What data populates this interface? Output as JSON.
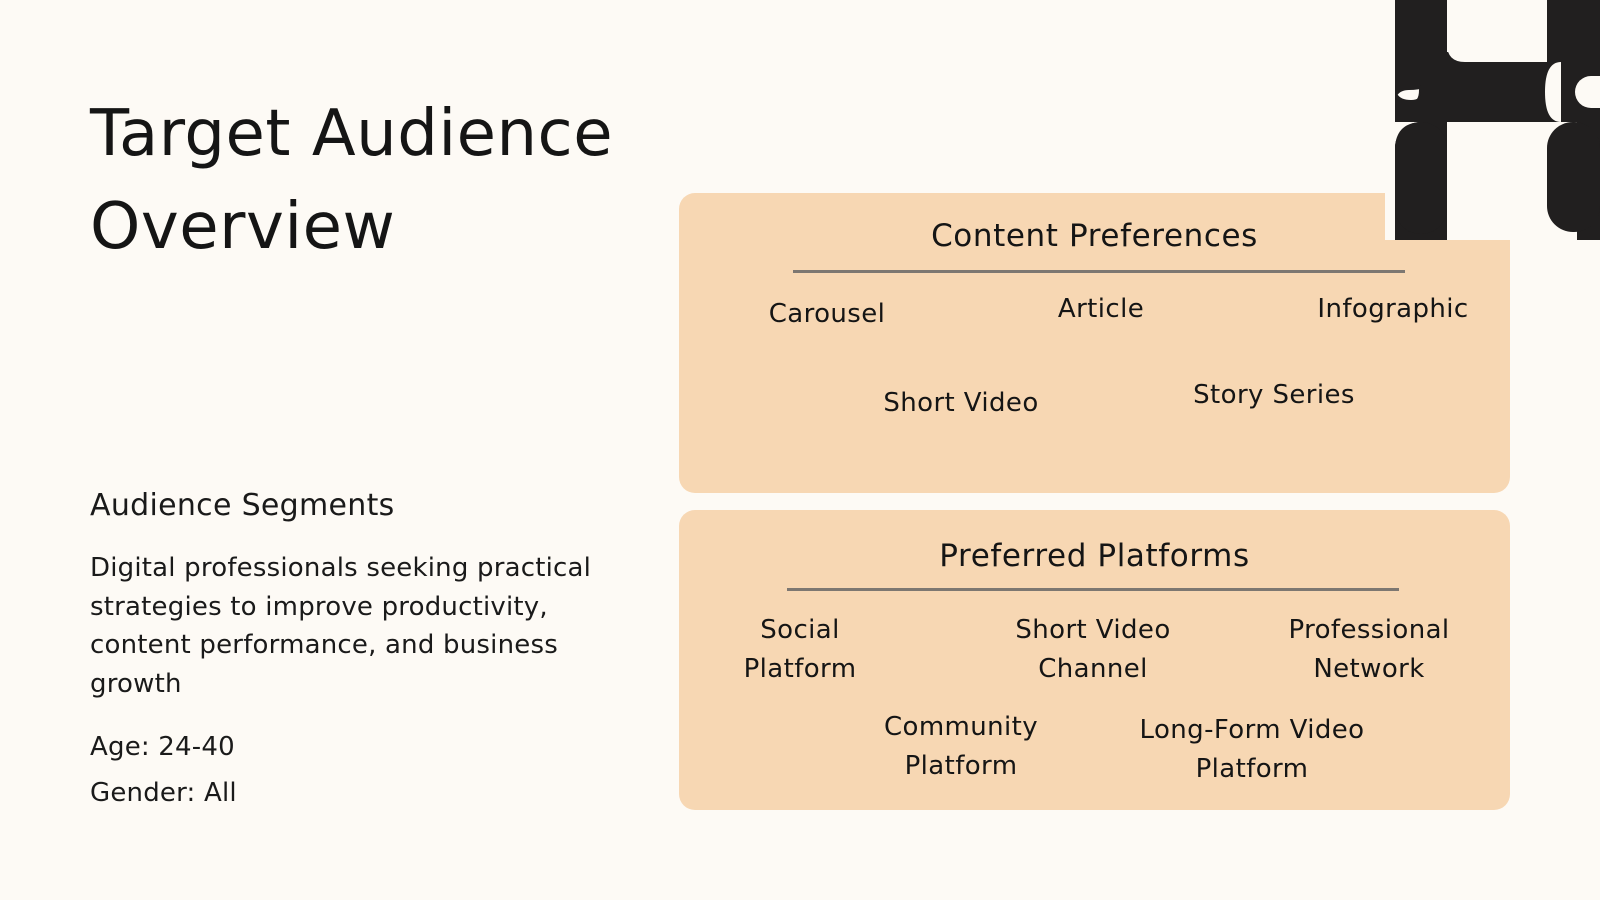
{
  "title": {
    "line1": "Target Audience",
    "line2": "Overview"
  },
  "segments": {
    "heading": "Audience Segments",
    "description": "Digital professionals seeking practical strategies to improve productivity, content performance, and business growth",
    "age": "Age: 24-40",
    "gender": "Gender: All"
  },
  "content_preferences": {
    "title": "Content Preferences",
    "items": [
      "Carousel",
      "Article",
      "Infographic",
      "Short Video",
      "Story Series"
    ]
  },
  "preferred_platforms": {
    "title": "Preferred Platforms",
    "items": [
      {
        "line1": "Social",
        "line2": "Platform"
      },
      {
        "line1": "Short Video",
        "line2": "Channel"
      },
      {
        "line1": "Professional",
        "line2": "Network"
      },
      {
        "line1": "Community",
        "line2": "Platform"
      },
      {
        "line1": "Long-Form Video",
        "line2": "Platform"
      }
    ]
  },
  "colors": {
    "background": "#fdfaf5",
    "card": "#f7d7b3",
    "divider": "#7d7771",
    "decoration": "#211f1f"
  },
  "decoration_icon": "black-blob-shape"
}
